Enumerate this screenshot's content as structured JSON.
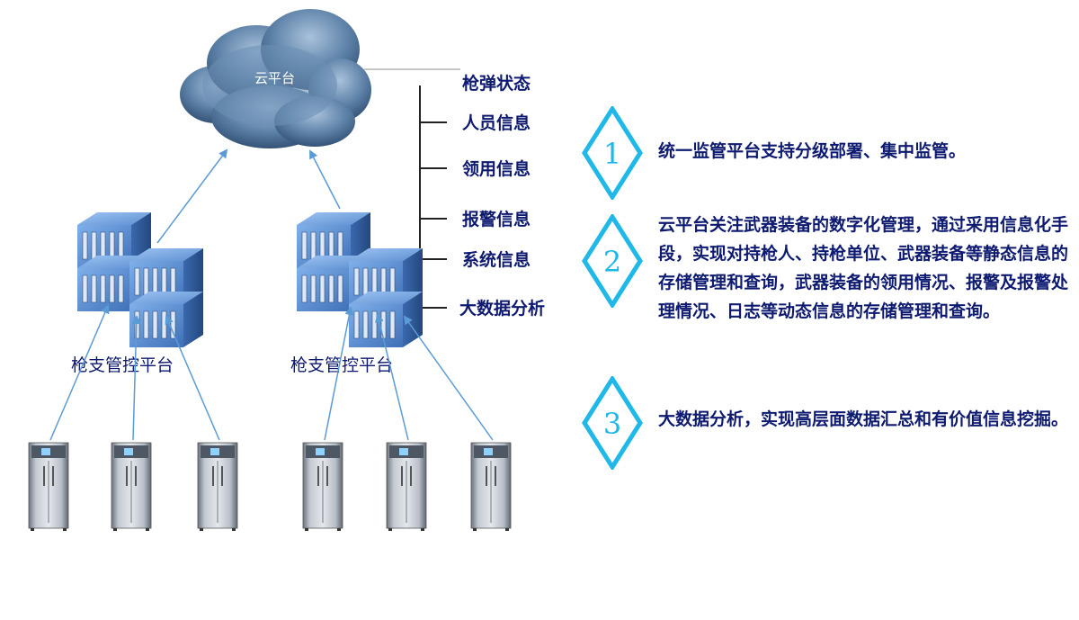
{
  "diagram": {
    "cloud": {
      "label": "云平台"
    },
    "platforms": [
      {
        "label": "枪支管控平台"
      },
      {
        "label": "枪支管控平台"
      }
    ],
    "categories": [
      "枪弹状态",
      "人员信息",
      "领用信息",
      "报警信息",
      "系统信息",
      "大数据分析"
    ],
    "cabinet_count_per_platform": 3
  },
  "features": [
    {
      "number": "1",
      "text": "统一监管平台支持分级部署、集中监管。"
    },
    {
      "number": "2",
      "text": "云平台关注武器装备的数字化管理，通过采用信息化手段，实现对持枪人、持枪单位、武器装备等静态信息的存储管理和查询，武器装备的领用情况、报警及报警处理情况、日志等动态信息的存储管理和查询。"
    },
    {
      "number": "3",
      "text": "大数据分析，实现高层面数据汇总和有价值信息挖掘。"
    }
  ],
  "colors": {
    "text_dark_blue": "#0d1a70",
    "diamond": "#1fb8e8",
    "arrow": "#5b9bd5",
    "cloud_dark": "#3b5e82",
    "server": "#4a7fc8",
    "cabinet": "#9aa4b0"
  }
}
